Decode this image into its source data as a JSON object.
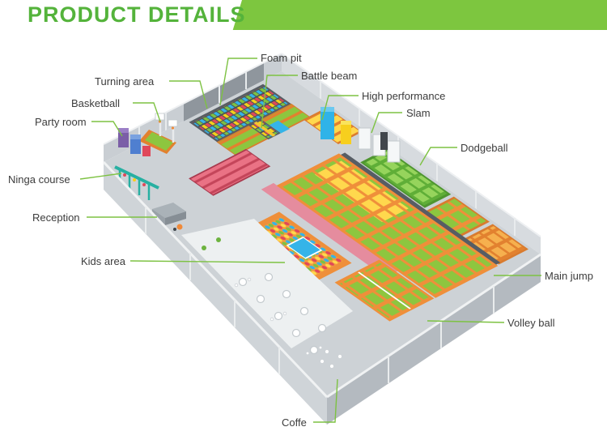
{
  "header": {
    "title": "PRODUCT DETAILS"
  },
  "palette": {
    "accent_green": "#7dc63f",
    "title_green": "#54b33b",
    "leader_line_green": "#7dc242",
    "frame_orange": "#ef8f3a",
    "mat_green": "#8dc63f",
    "mat_yellow": "#ffd84d",
    "floor_gray": "#cdd2d6"
  },
  "floor_plan": {
    "description": "Isometric 3D floor plan of an indoor trampoline park",
    "labels": [
      {
        "id": "foam-pit",
        "text": "Foam pit"
      },
      {
        "id": "battle-beam",
        "text": "Battle beam"
      },
      {
        "id": "turning-area",
        "text": "Turning area"
      },
      {
        "id": "high-performance",
        "text": "High performance"
      },
      {
        "id": "basketball",
        "text": "Basketball"
      },
      {
        "id": "slam",
        "text": "Slam"
      },
      {
        "id": "party-room",
        "text": "Party room"
      },
      {
        "id": "dodgeball",
        "text": "Dodgeball"
      },
      {
        "id": "ninga-course",
        "text": "Ninga course"
      },
      {
        "id": "reception",
        "text": "Reception"
      },
      {
        "id": "kids-area",
        "text": "Kids area"
      },
      {
        "id": "main-jump",
        "text": "Main jump"
      },
      {
        "id": "volley-ball",
        "text": "Volley ball"
      },
      {
        "id": "coffe",
        "text": "Coffe"
      }
    ]
  }
}
